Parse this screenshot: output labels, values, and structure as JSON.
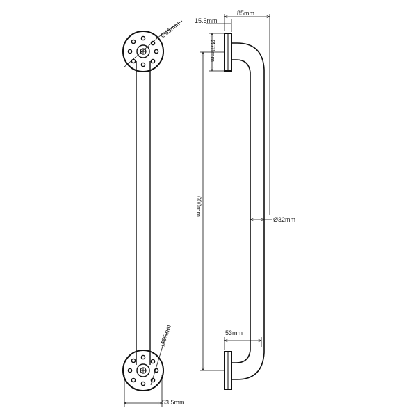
{
  "diagram": {
    "line_color": "#111111",
    "background": "#ffffff",
    "front_view": {
      "flange_hole_diameter_label": "Ø65mm",
      "flange_hole_diameter_label_bottom": "Ø65mm",
      "base_width_label": "53.5mm",
      "icons": [
        "flange-top-icon",
        "flange-bottom-icon",
        "grab-bar-icon"
      ]
    },
    "side_view": {
      "projection_label": "85mm",
      "plate_thickness_label": "15.5mm",
      "plate_diameter_label": "Ø78mm",
      "length_label": "600mm",
      "tube_diameter_label": "Ø32mm",
      "bend_offset_label": "53mm"
    }
  }
}
